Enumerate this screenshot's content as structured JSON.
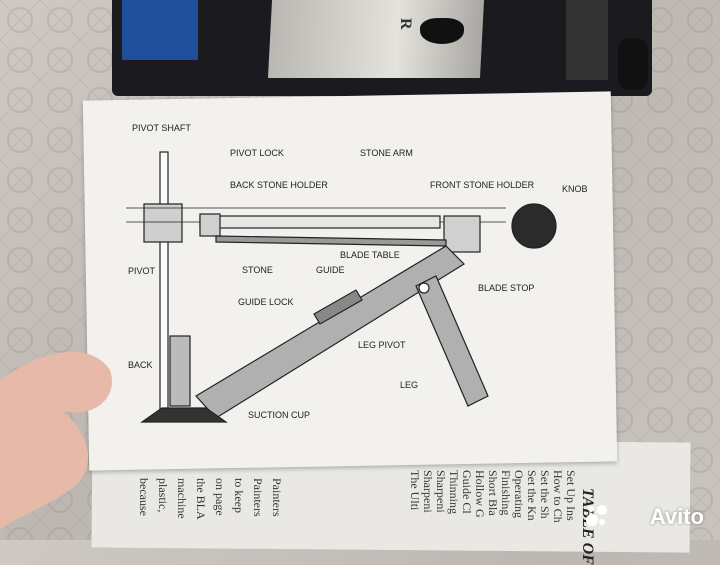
{
  "device": {
    "plate_logo": "R"
  },
  "diagram": {
    "labels": {
      "pivot_shaft": "PIVOT SHAFT",
      "pivot_lock": "PIVOT LOCK",
      "stone_arm": "STONE ARM",
      "back_stone_holder": "BACK STONE HOLDER",
      "front_stone_holder": "FRONT STONE HOLDER",
      "knob": "KNOB",
      "pivot": "PIVOT",
      "stone": "STONE",
      "guide": "GUIDE",
      "blade_table": "BLADE TABLE",
      "blade_stop": "BLADE STOP",
      "guide_lock": "GUIDE LOCK",
      "leg_pivot": "LEG PIVOT",
      "back": "BACK",
      "leg": "LEG",
      "suction_cup": "SUCTION CUP"
    }
  },
  "booklet": {
    "toc_title": "TABLE OF",
    "toc_lines": [
      "Set Up Ins",
      "How to Ch",
      "Set the Sh",
      "Set the Kn",
      "Operating",
      "Finishing",
      "Short Bla",
      "Hollow G",
      "Guide Cl",
      "Thinning",
      "Sharpeni",
      "Sharpeni",
      "The Ulti"
    ],
    "left_lines": [
      "Painters",
      "Painters",
      "to keep",
      "on page",
      "the BLA",
      "machine",
      "plastic,",
      "because"
    ]
  },
  "watermark": {
    "text": "Avito"
  }
}
